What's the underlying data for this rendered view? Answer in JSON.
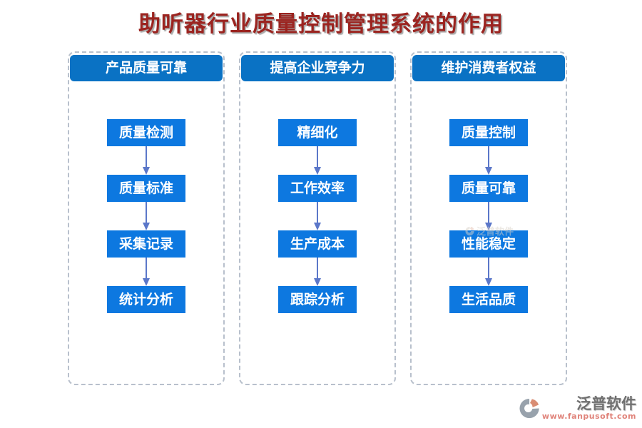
{
  "title": "助听器行业质量控制管理系统的作用",
  "columns": [
    {
      "header": "产品质量可靠",
      "items": [
        "质量检测",
        "质量标准",
        "采集记录",
        "统计分析"
      ]
    },
    {
      "header": "提高企业竞争力",
      "items": [
        "精细化",
        "工作效率",
        "生产成本",
        "跟踪分析"
      ]
    },
    {
      "header": "维护消费者权益",
      "items": [
        "质量控制",
        "质量可靠",
        "性能稳定",
        "生活品质"
      ]
    }
  ],
  "watermark": {
    "text": "泛普软件"
  },
  "footer": {
    "brand": "泛普软件",
    "url": "www.fanpusoft.com"
  },
  "icons": {
    "arrow": "arrow-down-icon",
    "logo": "fanpu-logo-icon"
  },
  "colors": {
    "title_red": "#9b2420",
    "header_blue": "#0a72c4",
    "box_blue": "#0d78e0",
    "arrow_blue": "#5b77c9",
    "dash_gray": "#b8c0cc",
    "brand_gray": "#707070",
    "url_salmon": "#e0837a"
  }
}
